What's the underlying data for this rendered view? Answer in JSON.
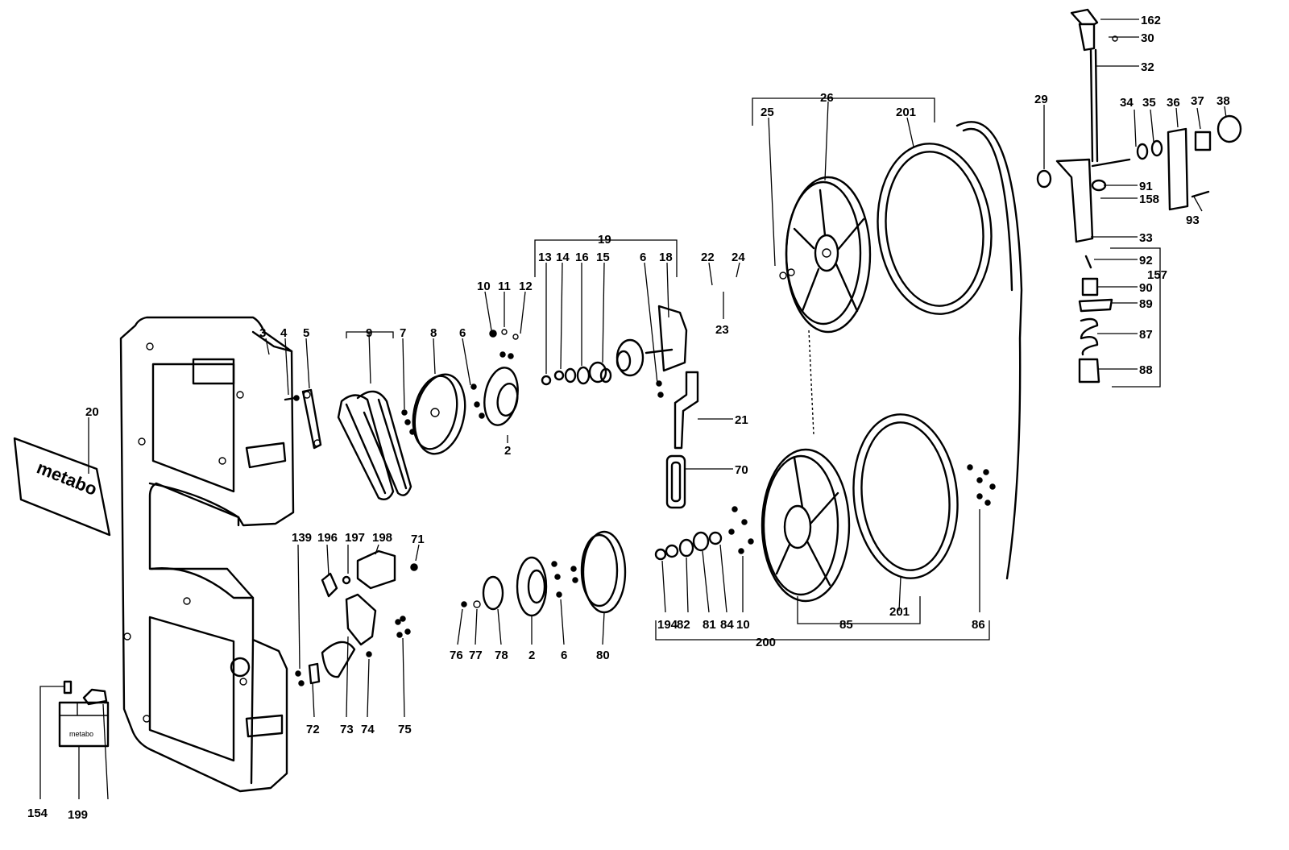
{
  "brand": {
    "logo_text": "metabo",
    "plate_text": "metabo"
  },
  "callouts": [
    "162",
    "30",
    "32",
    "29",
    "34",
    "35",
    "36",
    "37",
    "38",
    "91",
    "158",
    "93",
    "33",
    "92",
    "157",
    "90",
    "89",
    "87",
    "88",
    "26",
    "25",
    "201",
    "22",
    "24",
    "23",
    "19",
    "13",
    "14",
    "16",
    "15",
    "6",
    "18",
    "10",
    "11",
    "12",
    "3",
    "4",
    "5",
    "9",
    "7",
    "8",
    "2",
    "20",
    "21",
    "70",
    "139",
    "196",
    "197",
    "198",
    "71",
    "72",
    "73",
    "74",
    "75",
    "76",
    "77",
    "78",
    "80",
    "194",
    "82",
    "81",
    "84",
    "85",
    "86",
    "200",
    "154",
    "199"
  ]
}
